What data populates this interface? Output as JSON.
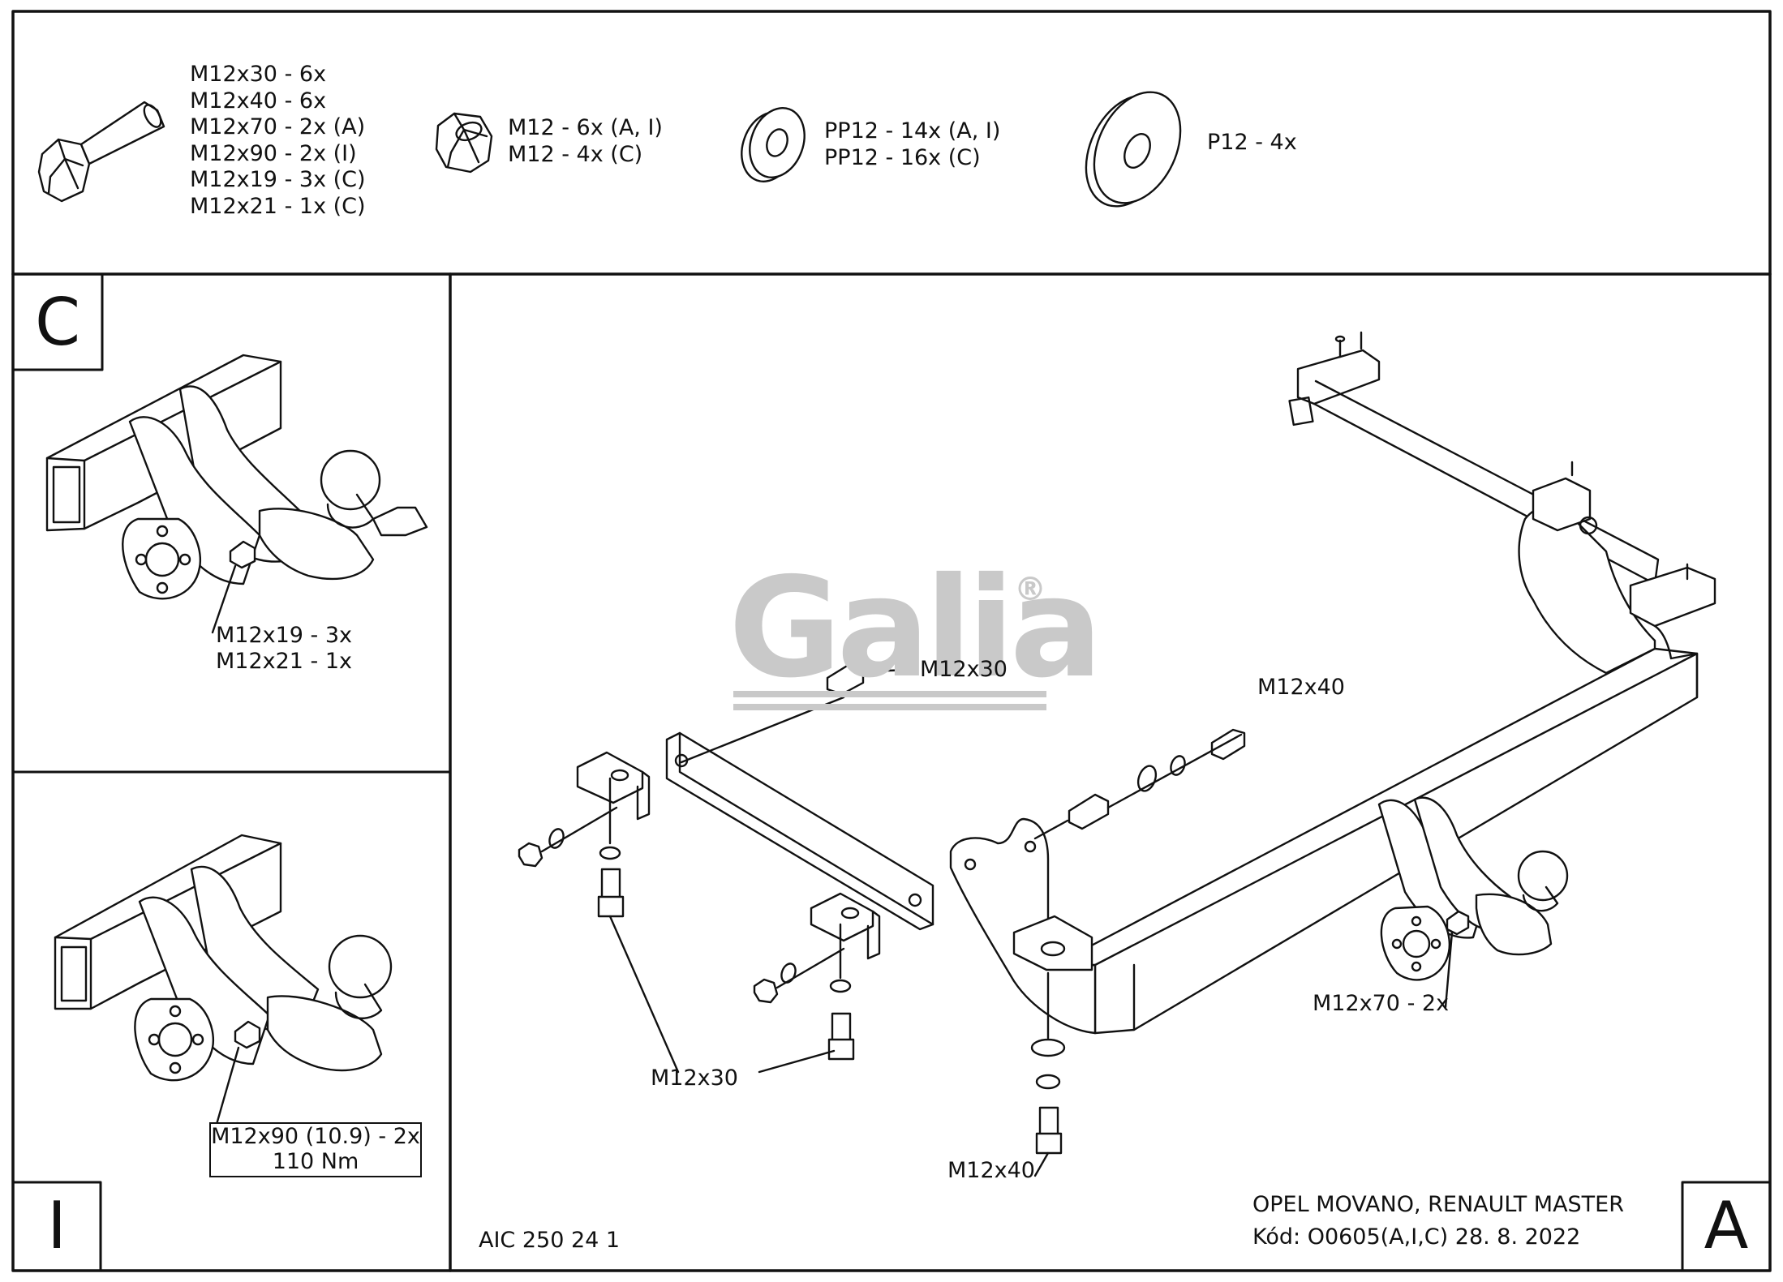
{
  "hardware": {
    "bolts": [
      "M12x30 - 6x",
      "M12x40 - 6x",
      "M12x70 - 2x (A)",
      "M12x90 - 2x (I)",
      "M12x19 - 3x (C)",
      "M12x21 - 1x (C)"
    ],
    "nuts": [
      "M12 - 6x (A, I)",
      "M12 - 4x (C)"
    ],
    "washers": [
      "PP12 - 14x (A, I)",
      "PP12 - 16x (C)"
    ],
    "large_washers": [
      "P12 - 4x"
    ]
  },
  "panel_c": {
    "letter": "C",
    "callout_line1": "M12x19 - 3x",
    "callout_line2": "M12x21 - 1x"
  },
  "panel_i": {
    "letter": "I",
    "callout_line1": "M12x90 (10.9) - 2x",
    "callout_line2": "110 Nm"
  },
  "panel_a": {
    "letter": "A",
    "logo_text": "Galia",
    "logo_mark": "®",
    "labels": {
      "m12x30_top": "M12x30",
      "m12x40_top": "M12x40",
      "m12x70": "M12x70 - 2x",
      "m12x30_bottom": "M12x30",
      "m12x40_bottom": "M12x40"
    },
    "drawing_code": "AIC 250 24 1",
    "vehicle": "OPEL MOVANO, RENAULT MASTER",
    "code_line": "Kód: O0605(A,I,C)  28. 8. 2022"
  }
}
